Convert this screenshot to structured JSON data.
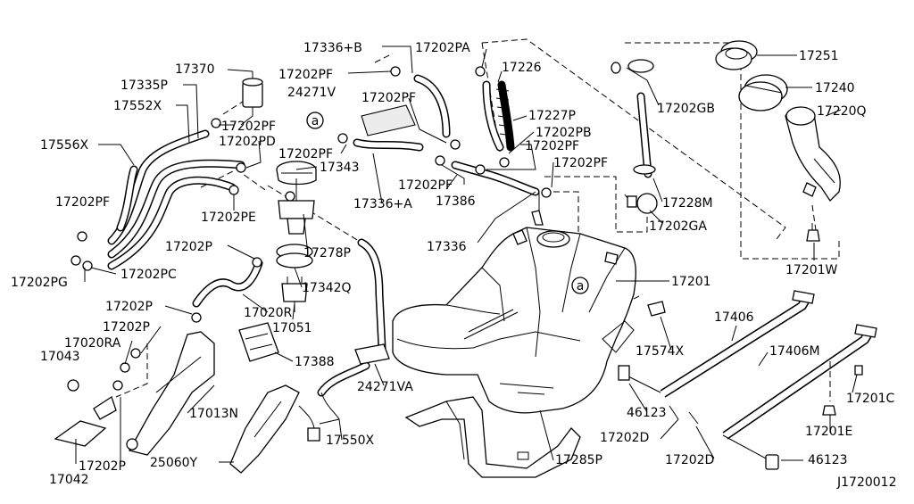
{
  "diagram": {
    "drawing_number": "J1720012",
    "reference_marks": [
      "a",
      "a"
    ],
    "callouts": [
      {
        "id": "c01",
        "text": "17336+B",
        "color": "#000000"
      },
      {
        "id": "c02",
        "text": "17202PA"
      },
      {
        "id": "c03",
        "text": "17226"
      },
      {
        "id": "c04",
        "text": "17370"
      },
      {
        "id": "c05",
        "text": "17202PF"
      },
      {
        "id": "c06",
        "text": "24271V"
      },
      {
        "id": "c07",
        "text": "17335P"
      },
      {
        "id": "c08",
        "text": "17202PF"
      },
      {
        "id": "c09",
        "text": "17227P"
      },
      {
        "id": "c10",
        "text": "17552X"
      },
      {
        "id": "c11",
        "text": "17202PF"
      },
      {
        "id": "c12",
        "text": "17202PB"
      },
      {
        "id": "c13",
        "text": "17202PD"
      },
      {
        "id": "c14",
        "text": "17202PF"
      },
      {
        "id": "c15",
        "text": "17556X"
      },
      {
        "id": "c16",
        "text": "17202PF"
      },
      {
        "id": "c17",
        "text": "17343"
      },
      {
        "id": "c18",
        "text": "17202PF"
      },
      {
        "id": "c19",
        "text": "17202PF"
      },
      {
        "id": "c20",
        "text": "17386"
      },
      {
        "id": "c21",
        "text": "17202PE"
      },
      {
        "id": "c22",
        "text": "17336+A"
      },
      {
        "id": "c23",
        "text": "17202PF"
      },
      {
        "id": "c24",
        "text": "17336"
      },
      {
        "id": "c25",
        "text": "17202P"
      },
      {
        "id": "c26",
        "text": "17278P"
      },
      {
        "id": "c27",
        "text": "17202PG"
      },
      {
        "id": "c28",
        "text": "17202PC"
      },
      {
        "id": "c29",
        "text": "17342Q"
      },
      {
        "id": "c30",
        "text": "17020R"
      },
      {
        "id": "c31",
        "text": "17202P"
      },
      {
        "id": "c32",
        "text": "17051"
      },
      {
        "id": "c33",
        "text": "17202P"
      },
      {
        "id": "c34",
        "text": "17020RA"
      },
      {
        "id": "c35",
        "text": "17043"
      },
      {
        "id": "c36",
        "text": "17388"
      },
      {
        "id": "c37",
        "text": "24271VA"
      },
      {
        "id": "c38",
        "text": "17013N"
      },
      {
        "id": "c39",
        "text": "17550X"
      },
      {
        "id": "c40",
        "text": "17202P"
      },
      {
        "id": "c41",
        "text": "17042"
      },
      {
        "id": "c42",
        "text": "25060Y"
      },
      {
        "id": "c43",
        "text": "17285P"
      },
      {
        "id": "c44",
        "text": "17251"
      },
      {
        "id": "c45",
        "text": "17240"
      },
      {
        "id": "c46",
        "text": "17202GB"
      },
      {
        "id": "c47",
        "text": "17220Q"
      },
      {
        "id": "c48",
        "text": "17228M"
      },
      {
        "id": "c49",
        "text": "17202GA"
      },
      {
        "id": "c50",
        "text": "17201W"
      },
      {
        "id": "c51",
        "text": "17201"
      },
      {
        "id": "c52",
        "text": "17406"
      },
      {
        "id": "c53",
        "text": "17574X"
      },
      {
        "id": "c54",
        "text": "17406M"
      },
      {
        "id": "c55",
        "text": "17201C"
      },
      {
        "id": "c56",
        "text": "46123"
      },
      {
        "id": "c57",
        "text": "17201E"
      },
      {
        "id": "c58",
        "text": "17202D"
      },
      {
        "id": "c59",
        "text": "17202D"
      },
      {
        "id": "c60",
        "text": "46123"
      }
    ]
  }
}
